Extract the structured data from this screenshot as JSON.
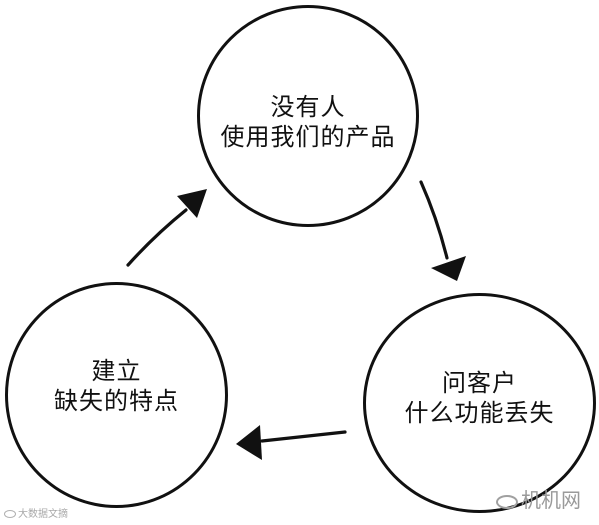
{
  "diagram": {
    "nodes": [
      {
        "id": "top",
        "lines": [
          "没有人",
          "使用我们的产品"
        ]
      },
      {
        "id": "right",
        "lines": [
          "问客户",
          "什么功能丢失"
        ]
      },
      {
        "id": "left",
        "lines": [
          "建立",
          "缺失的特点"
        ]
      }
    ],
    "edges": [
      {
        "from": "top",
        "to": "right"
      },
      {
        "from": "right",
        "to": "left"
      },
      {
        "from": "left",
        "to": "top"
      }
    ],
    "colors": {
      "ink": "#111111",
      "background": "#ffffff",
      "watermark": "#9a9a9a"
    }
  },
  "watermarks": {
    "bottom_left": "大数据文摘",
    "bottom_right": "机机网",
    "icon": "wechat-icon"
  }
}
